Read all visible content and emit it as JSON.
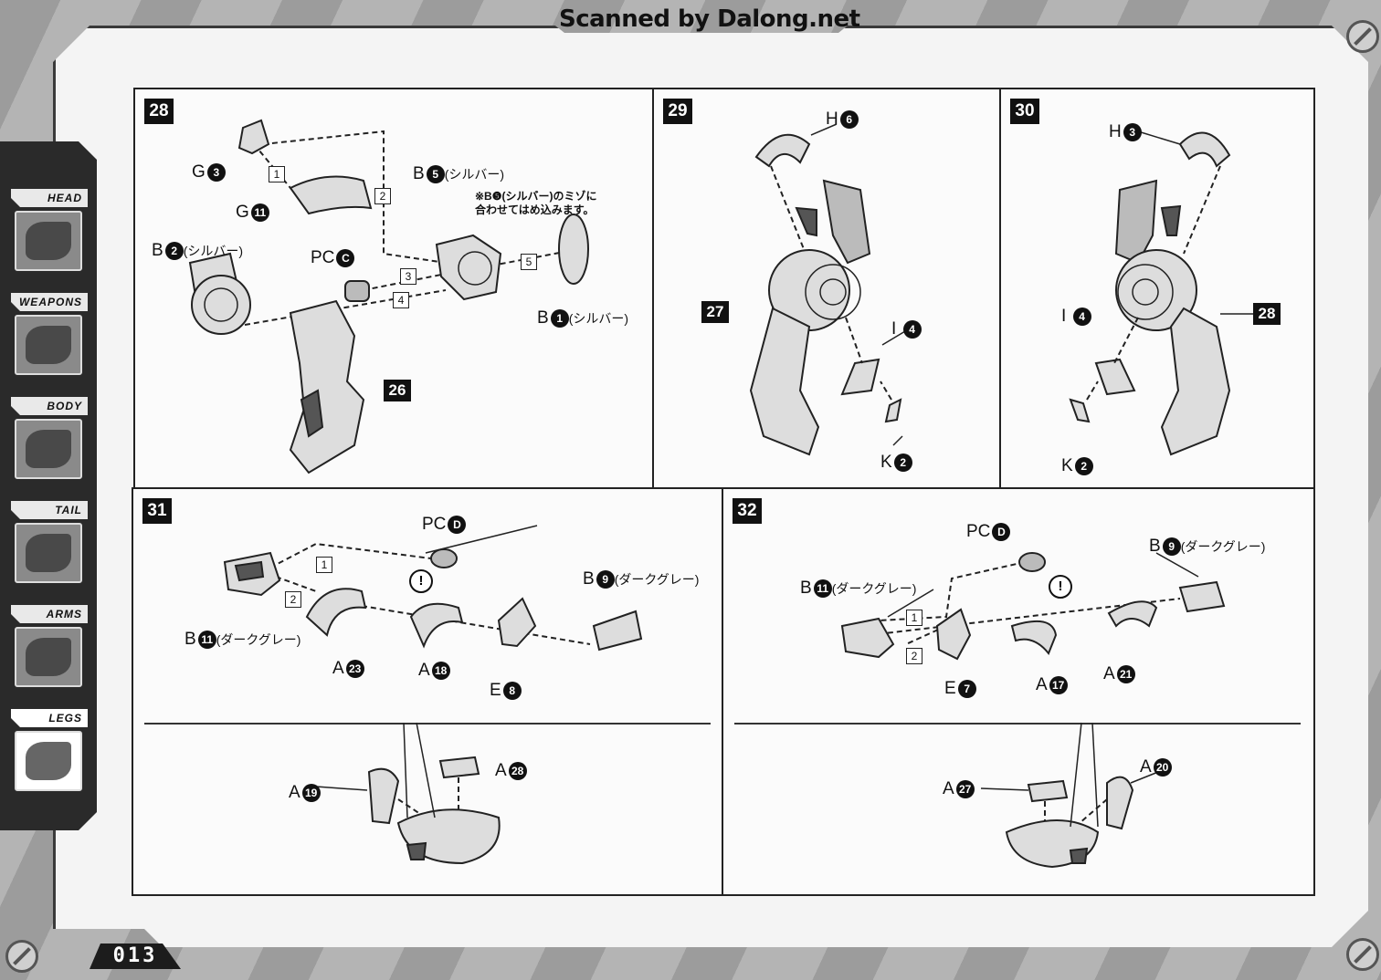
{
  "watermark": "Scanned by Dalong.net",
  "page_number": "013",
  "nav": [
    {
      "label": "HEAD",
      "active": false
    },
    {
      "label": "WEAPONS",
      "active": false
    },
    {
      "label": "BODY",
      "active": false
    },
    {
      "label": "TAIL",
      "active": false
    },
    {
      "label": "ARMS",
      "active": false
    },
    {
      "label": "LEGS",
      "active": true
    }
  ],
  "steps": {
    "s28": {
      "badge": "28",
      "g3": "G",
      "g3n": "3",
      "g11": "G",
      "g11n": "11",
      "b5": "B",
      "b5n": "5",
      "b5c": "(シルバー)",
      "note_l1": "※B❺(シルバー)のミゾに",
      "note_l2": "合わせてはめ込みます。",
      "b2": "B",
      "b2n": "2",
      "b2c": "(シルバー)",
      "pc": "PC",
      "pcn": "C",
      "b1": "B",
      "b1n": "1",
      "b1c": "(シルバー)",
      "ref": "26",
      "orders": [
        "1",
        "2",
        "3",
        "4",
        "5"
      ]
    },
    "s29": {
      "badge": "29",
      "h": "H",
      "hn": "6",
      "ref": "27",
      "i": "I",
      "in": "4",
      "k": "K",
      "kn": "2"
    },
    "s30": {
      "badge": "30",
      "h": "H",
      "hn": "3",
      "ref": "28",
      "i": "I",
      "in": "4",
      "k": "K",
      "kn": "2"
    },
    "s31": {
      "badge": "31",
      "pc": "PC",
      "pcn": "D",
      "b9": "B",
      "b9n": "9",
      "b9c": "(ダークグレー)",
      "b11": "B",
      "b11n": "11",
      "b11c": "(ダークグレー)",
      "a23": "A",
      "a23n": "23",
      "a18": "A",
      "a18n": "18",
      "e8": "E",
      "e8n": "8",
      "a19": "A",
      "a19n": "19",
      "a28": "A",
      "a28n": "28",
      "orders": [
        "1",
        "2"
      ],
      "warn": "!"
    },
    "s32": {
      "badge": "32",
      "pc": "PC",
      "pcn": "D",
      "b9": "B",
      "b9n": "9",
      "b9c": "(ダークグレー)",
      "b11": "B",
      "b11n": "11",
      "b11c": "(ダークグレー)",
      "e7": "E",
      "e7n": "7",
      "a17": "A",
      "a17n": "17",
      "a21": "A",
      "a21n": "21",
      "a27": "A",
      "a27n": "27",
      "a20": "A",
      "a20n": "20",
      "orders": [
        "1",
        "2"
      ],
      "warn": "!"
    }
  }
}
